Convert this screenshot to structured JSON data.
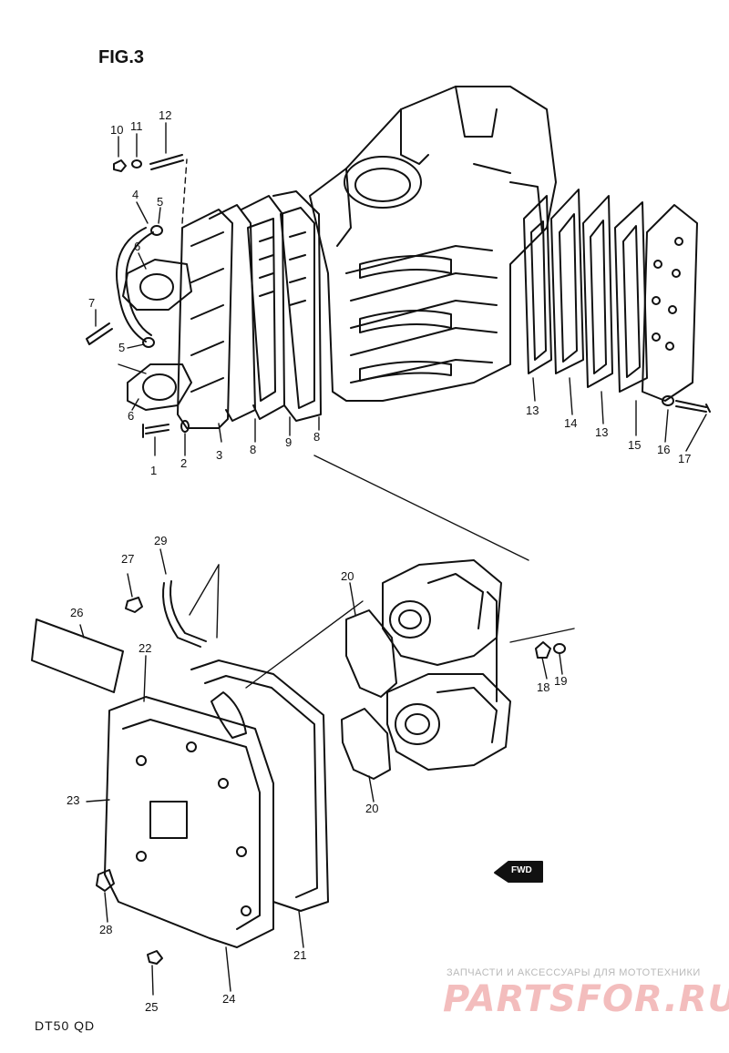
{
  "figure": {
    "title": "FIG.3",
    "model": "DT50 QD"
  },
  "direction_marker": {
    "label": "FWD"
  },
  "part_labels": {
    "p1": "1",
    "p2": "2",
    "p3": "3",
    "p4": "4",
    "p5a": "5",
    "p5b": "5",
    "p6a": "6",
    "p6b": "6",
    "p7": "7",
    "p8a": "8",
    "p8b": "8",
    "p9": "9",
    "p10": "10",
    "p11": "11",
    "p12": "12",
    "p13a": "13",
    "p13b": "13",
    "p14": "14",
    "p15": "15",
    "p16": "16",
    "p17": "17",
    "p18": "18",
    "p19": "19",
    "p20a": "20",
    "p20b": "20",
    "p21": "21",
    "p22": "22",
    "p23": "23",
    "p24": "24",
    "p25": "25",
    "p26": "26",
    "p27": "27",
    "p28": "28",
    "p29": "29"
  },
  "watermark": {
    "caption": "ЗАПЧАСТИ И АКСЕССУАРЫ ДЛЯ МОТОТЕХНИКИ",
    "logo": "PARTSFOR.RU"
  },
  "colors": {
    "ink": "#111111",
    "watermark_text": "#b9b9b9",
    "watermark_logo": "#f0a7a7"
  }
}
